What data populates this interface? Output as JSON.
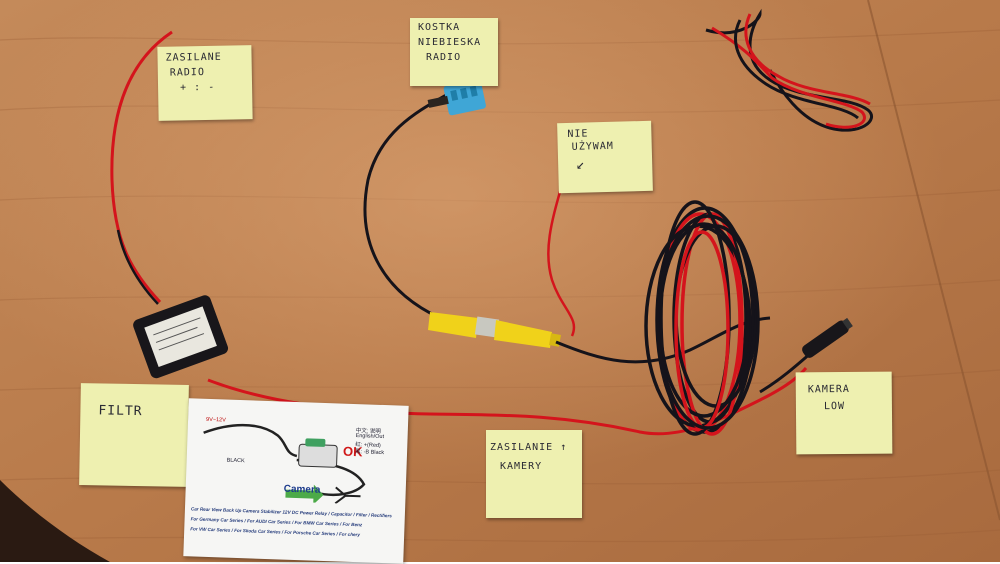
{
  "notes": {
    "zasilanie_radio": {
      "lines": [
        "ZASILANE",
        "RADIO",
        "+ : -"
      ]
    },
    "kostka": {
      "lines": [
        "KOSTKA",
        "NIEBIESKA",
        "RADIO"
      ]
    },
    "nie_uzywam": {
      "lines": [
        "NIE",
        "UŻYWAM",
        "↙"
      ]
    },
    "filtr": {
      "lines": [
        "FILTR"
      ]
    },
    "zasilanie_kamery": {
      "lines": [
        "ZASILANIE ↑",
        "KAMERY"
      ]
    },
    "kamera": {
      "lines": [
        "KAMERA",
        "LOW"
      ]
    }
  },
  "leaflet": {
    "ok_label": "OK",
    "camera_label": "Camera",
    "black_label": "BLACK",
    "voltage_label": "9V~12V",
    "legend": [
      "中文: 说明",
      "English/Out",
      "红: +(Red)",
      "黑: -B Black"
    ],
    "caption": [
      "Car Rear View Back Up Camera Stabilizer 12V DC Power Relay / Capacitor / Filter / Rectifiers",
      "For Germany Car Series / For AUDI Car Series / For BMW Car Series / For Benz",
      "For VW Car Series / For Skoda Car Series / For Porsche Car Series / For chery"
    ]
  },
  "colors": {
    "table": "#b97b4c",
    "note": "#eef0b0",
    "wire_red": "#d4141c",
    "wire_black": "#15131a",
    "connector_yellow": "#f0d21a",
    "connector_blue": "#3fa6d6"
  }
}
